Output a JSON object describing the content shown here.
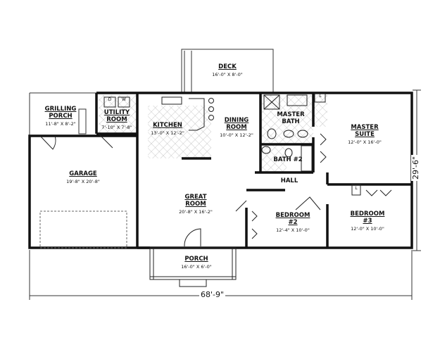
{
  "rooms": {
    "deck": {
      "name": "DECK",
      "size": "16'-0\" X 8'-0\""
    },
    "grilling_porch": {
      "name1": "GRILLING",
      "name2": "PORCH",
      "size": "11'-8\" X 8'-2\""
    },
    "utility": {
      "name1": "UTILITY",
      "name2": "ROOM",
      "size": "7'-10\" X 7'-8\""
    },
    "kitchen": {
      "name": "KITCHEN",
      "size": "13'-0\" X 12'-2\""
    },
    "dining": {
      "name1": "DINING",
      "name2": "ROOM",
      "size": "10'-0\" X 12'-2\""
    },
    "master_bath": {
      "name1": "MASTER",
      "name2": "BATH"
    },
    "master_suite": {
      "name1": "MASTER",
      "name2": "SUITE",
      "size": "12'-0\" X 16'-0\""
    },
    "bath2": {
      "name": "BATH #2"
    },
    "hall": {
      "name": "HALL"
    },
    "garage": {
      "name": "GARAGE",
      "size": "19'-8\" X 20'-8\""
    },
    "great_room": {
      "name1": "GREAT",
      "name2": "ROOM",
      "size": "20'-8\" X 16'-2\""
    },
    "bedroom2": {
      "name1": "BEDROOM",
      "name2": "#2",
      "size": "12'-4\" X 10'-0\""
    },
    "bedroom3": {
      "name1": "BEDROOM",
      "name2": "#3",
      "size": "12'-0\" X 10'-0\""
    },
    "porch": {
      "name": "PORCH",
      "size": "16'-0\" X 6'-0\""
    }
  },
  "fixtures": {
    "dryer": "D",
    "washer": "W",
    "linen1": "L",
    "linen2": "L"
  },
  "dimensions": {
    "overall_width": "68'-9\"",
    "overall_depth": "29'-6\""
  },
  "colors": {
    "wall": "#111111",
    "tile": "#bbbbbb"
  }
}
